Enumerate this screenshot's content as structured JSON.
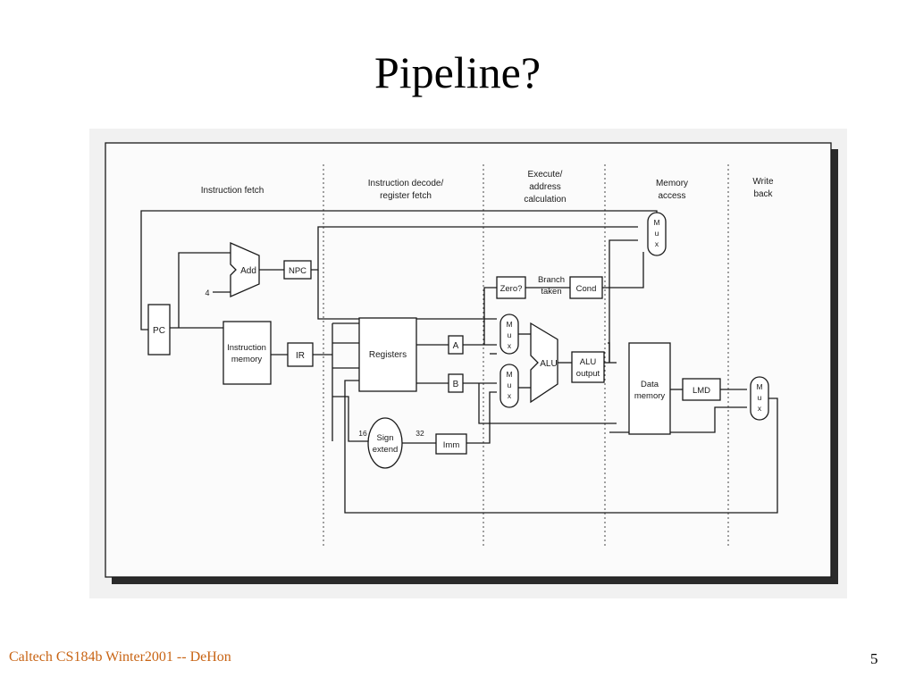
{
  "slide": {
    "title": "Pipeline?",
    "footer": "Caltech CS184b Winter2001 -- DeHon",
    "page_number": "5"
  },
  "diagram": {
    "stages": {
      "fetch": "Instruction fetch",
      "decode_l1": "Instruction decode/",
      "decode_l2": "register fetch",
      "exec_l1": "Execute/",
      "exec_l2": "address",
      "exec_l3": "calculation",
      "mem_l1": "Memory",
      "mem_l2": "access",
      "wb_l1": "Write",
      "wb_l2": "back"
    },
    "blocks": {
      "add": "Add",
      "npc": "NPC",
      "four": "4",
      "pc": "PC",
      "imem_l1": "Instruction",
      "imem_l2": "memory",
      "ir": "IR",
      "registers": "Registers",
      "a": "A",
      "b": "B",
      "zero": "Zero?",
      "branch_l1": "Branch",
      "branch_l2": "taken",
      "cond": "Cond",
      "alu": "ALU",
      "alu_out_l1": "ALU",
      "alu_out_l2": "output",
      "dmem_l1": "Data",
      "dmem_l2": "memory",
      "lmd": "LMD",
      "sign_l1": "Sign",
      "sign_l2": "extend",
      "sixteen": "16",
      "thirtytwo": "32",
      "imm": "Imm",
      "mux_m": "M",
      "mux_u": "u",
      "mux_x": "x"
    }
  }
}
